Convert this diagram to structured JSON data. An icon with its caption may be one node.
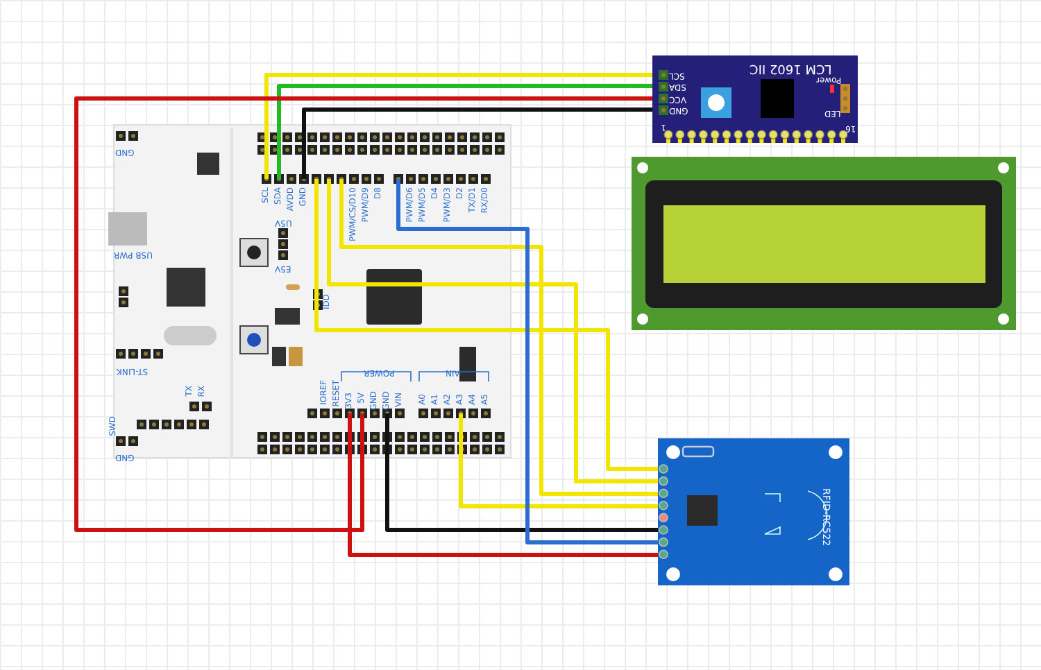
{
  "diagram": {
    "nodes": [
      {
        "text": [],
        "shape": "picture"
      },
      {
        "text": [
          "LCM 1602 IIC"
        ]
      },
      {
        "text": [],
        "shape": "picture"
      },
      {
        "text": [
          "RFID-RC522"
        ]
      }
    ],
    "edges": [
      {
        "from": 0,
        "to": 1,
        "arrow": "none"
      },
      {
        "from": 0,
        "to": 1,
        "arrow": "none",
        "color": "#22bb22"
      },
      {
        "from": 0,
        "to": 1,
        "arrow": "none",
        "color": "#cc1111"
      },
      {
        "from": 0,
        "to": 1,
        "arrow": "none",
        "color": "#111111"
      },
      {
        "from": 0,
        "to": 3,
        "arrow": "none"
      },
      {
        "from": 0,
        "to": 3,
        "arrow": "none"
      },
      {
        "from": 0,
        "to": 3,
        "arrow": "none"
      },
      {
        "from": 0,
        "to": 3,
        "arrow": "none"
      },
      {
        "from": 0,
        "to": 3,
        "arrow": "none",
        "color": "#111111"
      },
      {
        "from": 0,
        "to": 3,
        "arrow": "none",
        "color": "#2a6fd0"
      },
      {
        "from": 0,
        "to": 3,
        "arrow": "none",
        "color": "#cc1111"
      }
    ],
    "labels": [
      "SCL",
      "SDA",
      "VCC",
      "GND",
      "Power",
      "LED",
      "1",
      "16",
      "GND",
      "USB PWR",
      "ST-LINK",
      "TX",
      "RX",
      "SWD",
      "GND",
      "SCL",
      "SDA",
      "AVDD",
      "GND",
      "PWM/CS/D10",
      "PWM/D9",
      "D8",
      "PWM/D6",
      "PWM/D5",
      "D4",
      "PWM/D3",
      "D2",
      "TX/D1",
      "RX/D0",
      "U5V",
      "E5V",
      "IDD",
      "POWER",
      "IOREF",
      "RESET",
      "3V3",
      "5V",
      "GND",
      "GND",
      "VIN",
      "AIN",
      "A0",
      "A1",
      "A2",
      "A3",
      "A4",
      "A5"
    ]
  }
}
